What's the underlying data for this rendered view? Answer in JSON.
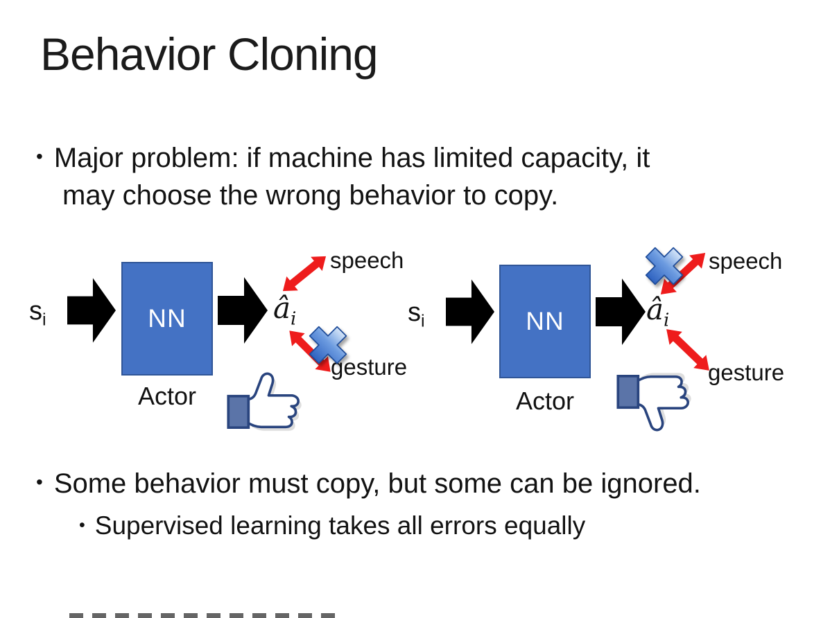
{
  "slide": {
    "title": "Behavior Cloning",
    "bullets": {
      "glyph": "•",
      "main1_lines": [
        "Major problem: if machine has limited capacity, it",
        "may choose the wrong behavior to copy."
      ],
      "main2": "Some behavior must copy, but some can be ignored.",
      "sub1": "Supervised learning takes all errors equally"
    }
  },
  "diagram": {
    "left": {
      "input_base": "s",
      "input_sub": "i",
      "nn_label": "NN",
      "output_base": "â",
      "output_sub": "i",
      "actor_label": "Actor",
      "speech_label": "speech",
      "gesture_label": "gesture",
      "crossed_out": "gesture",
      "feedback_icon": "thumbs-up"
    },
    "right": {
      "input_base": "s",
      "input_sub": "i",
      "nn_label": "NN",
      "output_base": "â",
      "output_sub": "i",
      "actor_label": "Actor",
      "speech_label": "speech",
      "gesture_label": "gesture",
      "crossed_out": "speech",
      "feedback_icon": "thumbs-down"
    }
  },
  "colors": {
    "box_fill": "#4472C4",
    "box_border": "#2F5597",
    "arrow_black": "#000000",
    "arrow_red": "#EE1C1C",
    "cross_light": "#D6E6F8",
    "cross_dark": "#2E62C0",
    "cross_stroke": "#1E4C9A",
    "thumb_outline": "#29447E",
    "thumb_sleeve": "#5B74A8"
  }
}
